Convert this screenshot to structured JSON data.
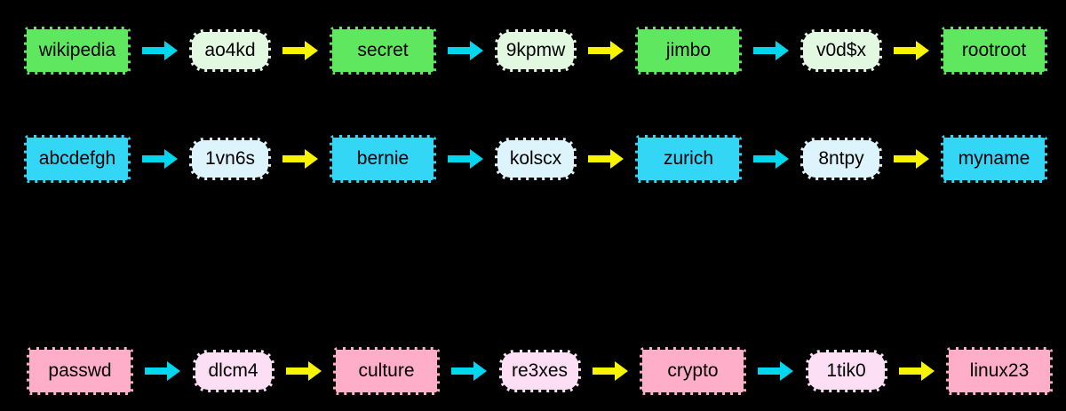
{
  "diagram": {
    "background_color": "#000000",
    "arrow_colors": {
      "hash_step": "#00d7ef",
      "reduce_step": "#f8f400"
    },
    "chains": [
      {
        "plain_fill": "#5fe75f",
        "hash_fill": "#e3f8e1",
        "nodes": [
          {
            "type": "plain",
            "label": "wikipedia"
          },
          {
            "type": "hash",
            "label": "ao4kd"
          },
          {
            "type": "plain",
            "label": "secret"
          },
          {
            "type": "hash",
            "label": "9kpmw"
          },
          {
            "type": "plain",
            "label": "jimbo"
          },
          {
            "type": "hash",
            "label": "v0d$x"
          },
          {
            "type": "plain",
            "label": "rootroot"
          }
        ]
      },
      {
        "plain_fill": "#33d6f5",
        "hash_fill": "#def4fc",
        "nodes": [
          {
            "type": "plain",
            "label": "abcdefgh"
          },
          {
            "type": "hash",
            "label": "1vn6s"
          },
          {
            "type": "plain",
            "label": "bernie"
          },
          {
            "type": "hash",
            "label": "kolscx"
          },
          {
            "type": "plain",
            "label": "zurich"
          },
          {
            "type": "hash",
            "label": "8ntpy"
          },
          {
            "type": "plain",
            "label": "myname"
          }
        ]
      },
      {
        "plain_fill": "#ffaec9",
        "hash_fill": "#fcdff5",
        "nodes": [
          {
            "type": "plain",
            "label": "passwd"
          },
          {
            "type": "hash",
            "label": "dlcm4"
          },
          {
            "type": "plain",
            "label": "culture"
          },
          {
            "type": "hash",
            "label": "re3xes"
          },
          {
            "type": "plain",
            "label": "crypto"
          },
          {
            "type": "hash",
            "label": "1tik0"
          },
          {
            "type": "plain",
            "label": "linux23"
          }
        ]
      }
    ]
  }
}
